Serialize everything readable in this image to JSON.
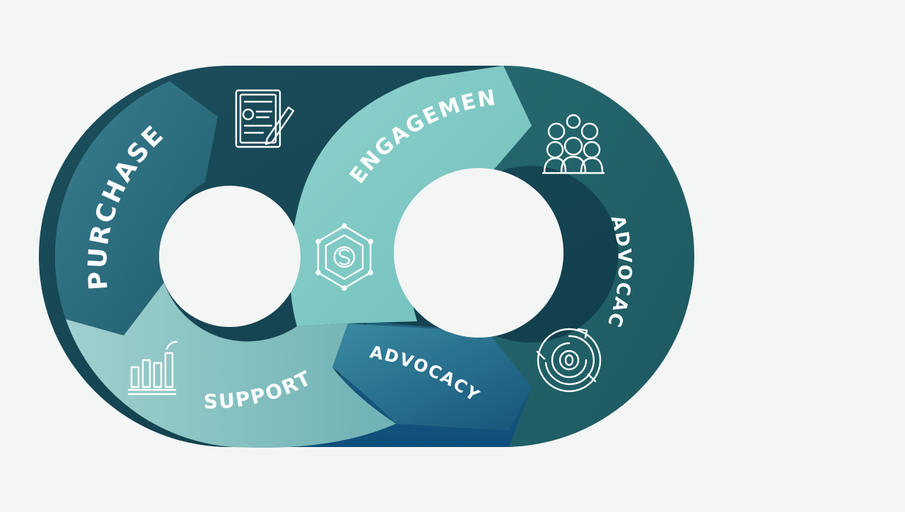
{
  "diagram": {
    "segments": [
      {
        "id": "purchase",
        "label": "PURCHASE",
        "icon": "document-pen-icon"
      },
      {
        "id": "engagement",
        "label": "ENGAGEMENT",
        "icon": "hexagon-coin-icon"
      },
      {
        "id": "advocacy-right",
        "label": "ADVOCACY",
        "icon": "people-group-icon"
      },
      {
        "id": "advocacy-bottom",
        "label": "ADVOCACY",
        "icon": "concentric-target-icon"
      },
      {
        "id": "support",
        "label": "SUPPORT",
        "icon": "bar-chart-icon"
      }
    ],
    "colors": {
      "background": "#f4f5f5",
      "dark_teal": "#1f5d68",
      "deep_teal": "#174a58",
      "mid_blue_teal": "#2f6f86",
      "light_teal": "#7ec9c4",
      "pale_teal": "#a3d3d2",
      "blue": "#2a6a8c"
    }
  }
}
